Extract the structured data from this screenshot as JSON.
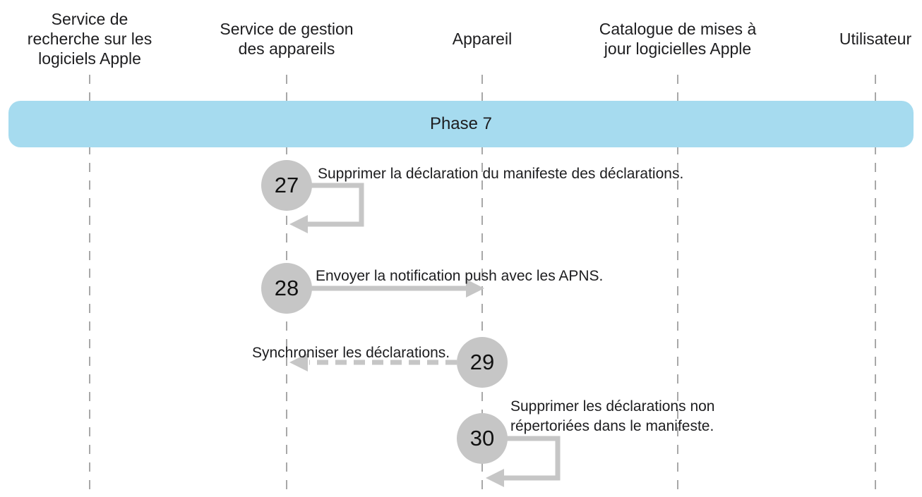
{
  "colors": {
    "phase-bg": "#a6dbef",
    "node-gray": "#c6c6c6",
    "arrow-gray": "#c6c6c6",
    "lifeline-gray": "#a8a8a8",
    "text": "#1d1d1f"
  },
  "phase": {
    "label": "Phase 7"
  },
  "actors": [
    {
      "label": "Service de recherche sur les logiciels Apple"
    },
    {
      "label": "Service de gestion des appareils"
    },
    {
      "label": "Appareil"
    },
    {
      "label": "Catalogue de mises à jour logicielles Apple"
    },
    {
      "label": "Utilisateur"
    }
  ],
  "steps": [
    {
      "number": "27",
      "label": "Supprimer la déclaration du manifeste des déclarations.",
      "kind": "self-loop",
      "actor": "Service de gestion des appareils"
    },
    {
      "number": "28",
      "label": "Envoyer la notification push avec les APNS.",
      "kind": "solid-arrow",
      "from": "Service de gestion des appareils",
      "to": "Appareil"
    },
    {
      "number": "29",
      "label": "Synchroniser les déclarations.",
      "kind": "dashed-arrow",
      "from": "Appareil",
      "to": "Service de gestion des appareils"
    },
    {
      "number": "30",
      "label": "Supprimer les déclarations non répertoriées dans le manifeste.",
      "kind": "self-loop",
      "actor": "Appareil"
    }
  ]
}
